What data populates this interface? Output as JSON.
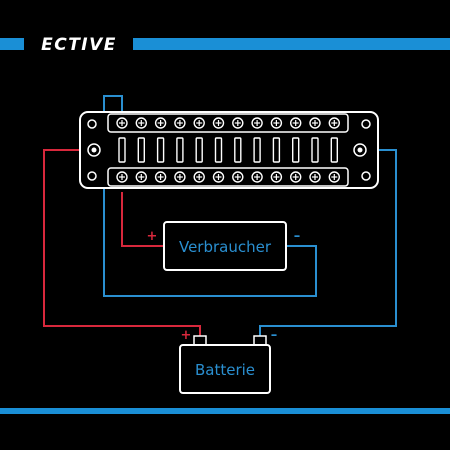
{
  "brand": {
    "logo_text": "ECTIVE"
  },
  "colors": {
    "background": "#000000",
    "accent_blue": "#1a8fd6",
    "positive_red": "#d8283c",
    "negative_blue": "#2a8fd0",
    "outline": "#ffffff"
  },
  "diagram": {
    "consumer_label": "Verbraucher",
    "battery_label": "Batterie",
    "plus_sign": "+",
    "minus_sign": "–"
  }
}
